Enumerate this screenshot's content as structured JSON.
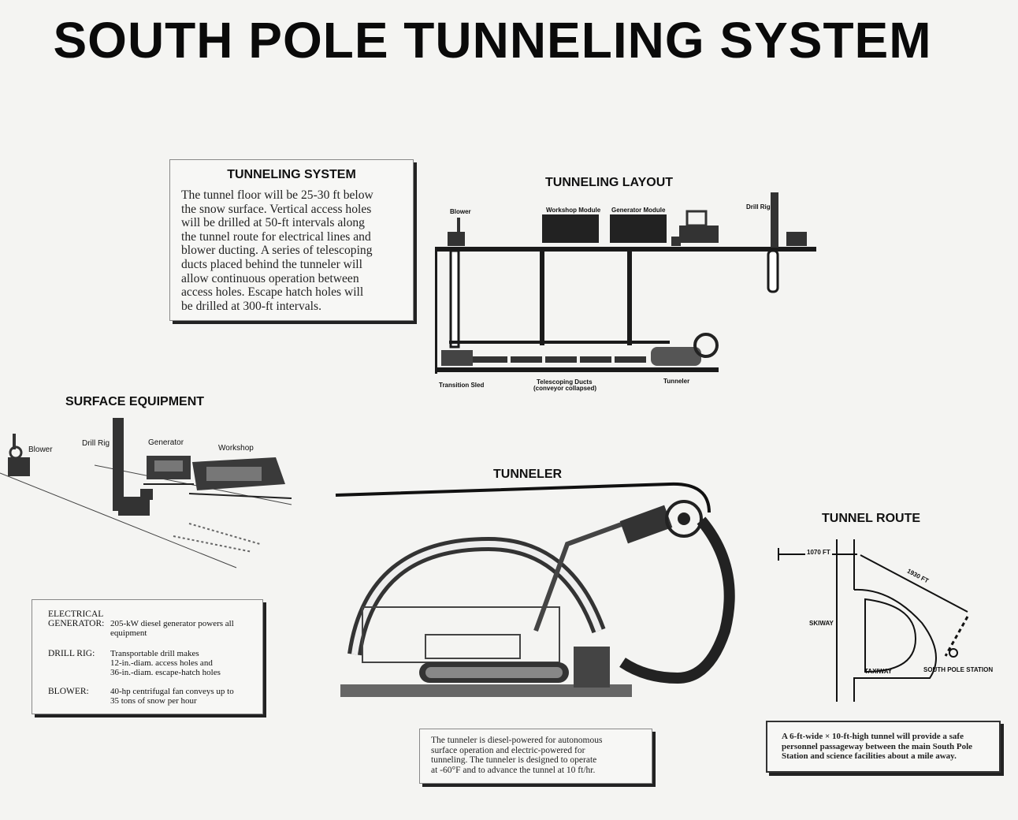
{
  "title": "SOUTH POLE TUNNELING SYSTEM",
  "tunneling_system": {
    "heading": "TUNNELING SYSTEM",
    "lines": [
      "The tunnel floor will be 25-30 ft below",
      "the snow surface. Vertical access holes",
      "will be drilled at 50-ft intervals along",
      "the tunnel route for electrical lines and",
      "blower ducting. A series of telescoping",
      "ducts placed behind the tunneler will",
      "allow continuous operation between",
      "access holes. Escape hatch holes will",
      "be drilled at 300-ft intervals."
    ]
  },
  "tunneling_layout": {
    "heading": "TUNNELING LAYOUT",
    "labels": {
      "blower": "Blower",
      "workshop_module": "Workshop Module",
      "generator_module": "Generator Module",
      "drill_rig": "Drill Rig",
      "transition_sled": "Transition Sled",
      "telescoping_ducts": "Telescoping Ducts",
      "conveyor_collapsed": "(conveyor collapsed)",
      "tunneler": "Tunneler"
    }
  },
  "surface_equipment": {
    "heading": "SURFACE EQUIPMENT",
    "labels": {
      "blower": "Blower",
      "drill_rig": "Drill Rig",
      "generator": "Generator",
      "workshop": "Workshop"
    },
    "specs": [
      {
        "term_lines": [
          "ELECTRICAL",
          "GENERATOR:"
        ],
        "desc_lines": [
          "205-kW diesel generator powers all",
          "equipment"
        ]
      },
      {
        "term_lines": [
          "DRILL RIG:"
        ],
        "desc_lines": [
          "Transportable drill makes",
          "12-in.-diam. access holes and",
          "36-in.-diam. escape-hatch holes"
        ]
      },
      {
        "term_lines": [
          "BLOWER:"
        ],
        "desc_lines": [
          "40-hp centrifugal fan conveys up to",
          "35 tons of snow per hour"
        ]
      }
    ]
  },
  "tunneler": {
    "heading": "TUNNELER",
    "caption_lines": [
      "The tunneler is diesel-powered for autonomous",
      "surface operation and electric-powered for",
      "tunneling. The tunneler is designed to operate",
      "at -60°F and to advance the tunnel at 10 ft/hr."
    ]
  },
  "tunnel_route": {
    "heading": "TUNNEL ROUTE",
    "labels": {
      "dist_1070": "1070 FT",
      "dist_1930": "1930 FT",
      "skiway": "SKIWAY",
      "taxiway": "TAXIWAY",
      "station": "SOUTH POLE STATION"
    },
    "caption_lines": [
      "A 6-ft-wide × 10-ft-high tunnel will provide a safe",
      "personnel passageway between the main South Pole",
      "Station and science facilities about a mile away."
    ]
  }
}
